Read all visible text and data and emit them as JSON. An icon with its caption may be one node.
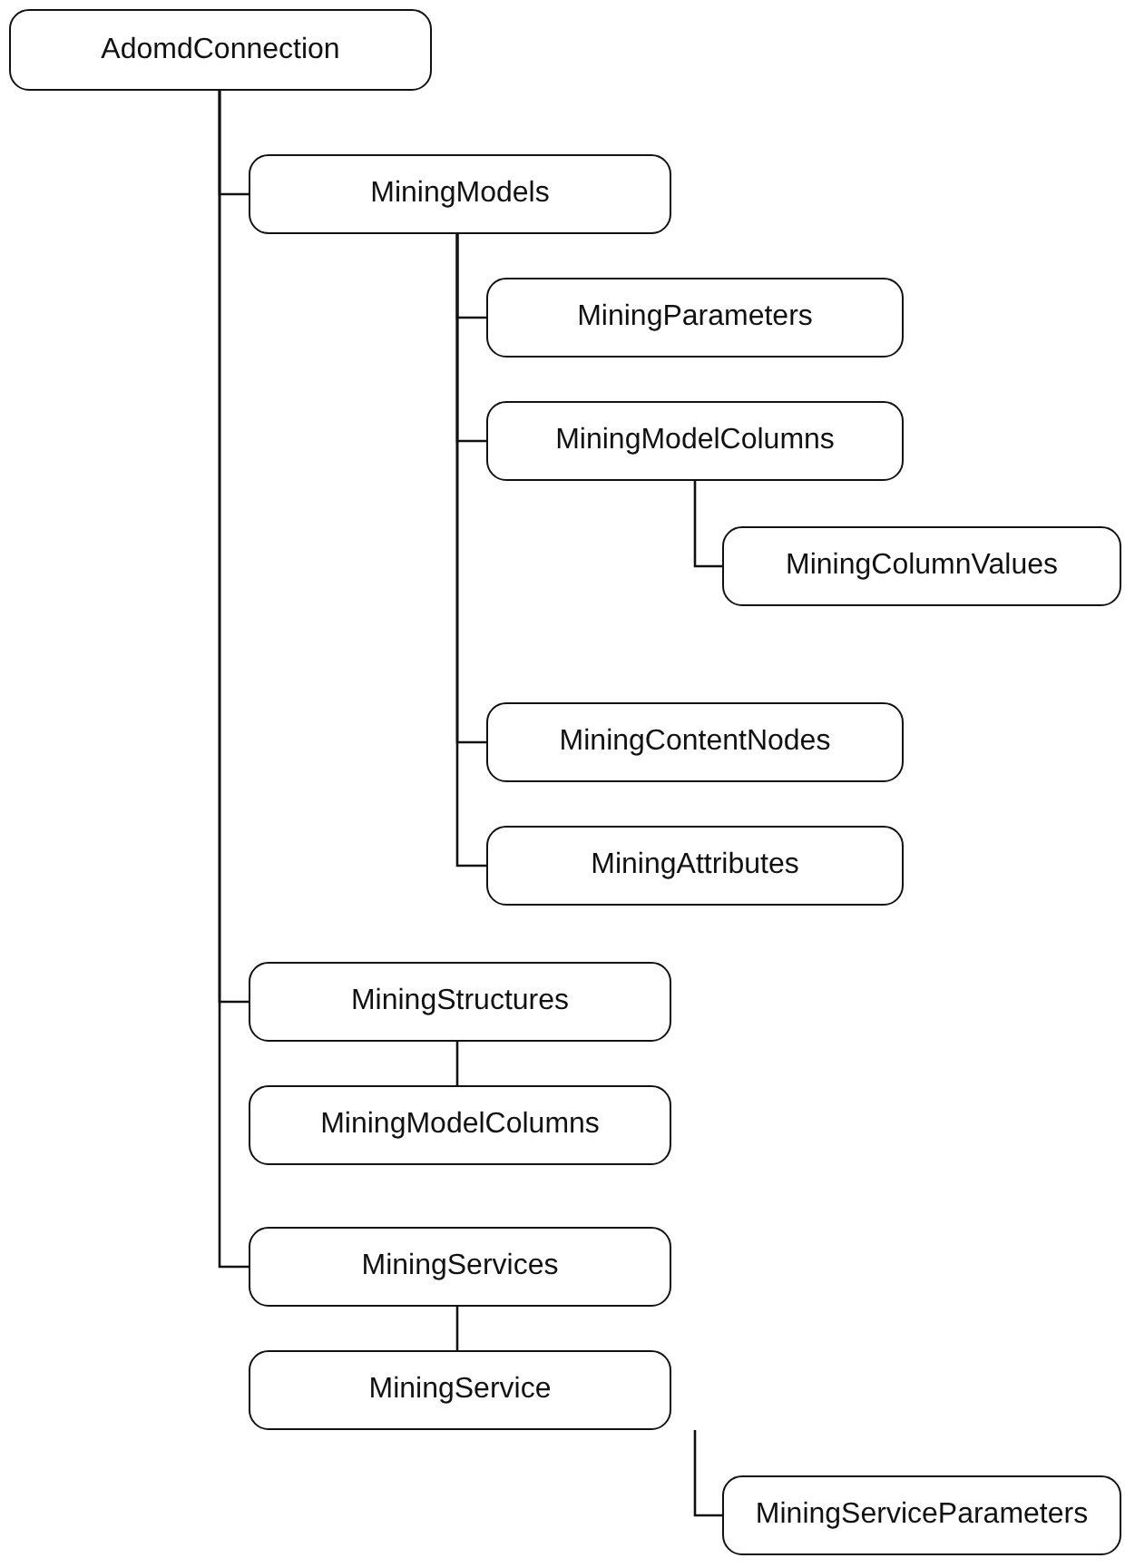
{
  "diagram": {
    "nodes": [
      {
        "text": [
          "AdomdConnection"
        ]
      },
      {
        "text": [
          "MiningModels"
        ]
      },
      {
        "text": [
          "MiningParameters"
        ]
      },
      {
        "text": [
          "MiningModelColumns"
        ]
      },
      {
        "text": [
          "MiningColumnValues"
        ]
      },
      {
        "text": [
          "MiningContentNodes"
        ]
      },
      {
        "text": [
          "MiningAttributes"
        ]
      },
      {
        "text": [
          "MiningStructures"
        ]
      },
      {
        "text": [
          "MiningModelColumns"
        ]
      },
      {
        "text": [
          "MiningServices"
        ]
      },
      {
        "text": [
          "MiningService"
        ]
      },
      {
        "text": [
          "MiningServiceParameters"
        ]
      }
    ],
    "edges": [
      {
        "from": 0,
        "to": 1,
        "arrow": "none"
      },
      {
        "from": 1,
        "to": 2,
        "arrow": "none"
      },
      {
        "from": 1,
        "to": 3,
        "arrow": "none"
      },
      {
        "from": 3,
        "to": 4,
        "arrow": "none"
      },
      {
        "from": 1,
        "to": 5,
        "arrow": "none"
      },
      {
        "from": 1,
        "to": 6,
        "arrow": "none"
      },
      {
        "from": 0,
        "to": 7,
        "arrow": "none"
      },
      {
        "from": 7,
        "to": 8,
        "arrow": "none"
      },
      {
        "from": 0,
        "to": 9,
        "arrow": "none"
      },
      {
        "from": 9,
        "to": 10,
        "arrow": "none"
      },
      {
        "from": 10,
        "to": 11,
        "arrow": "none"
      }
    ]
  }
}
